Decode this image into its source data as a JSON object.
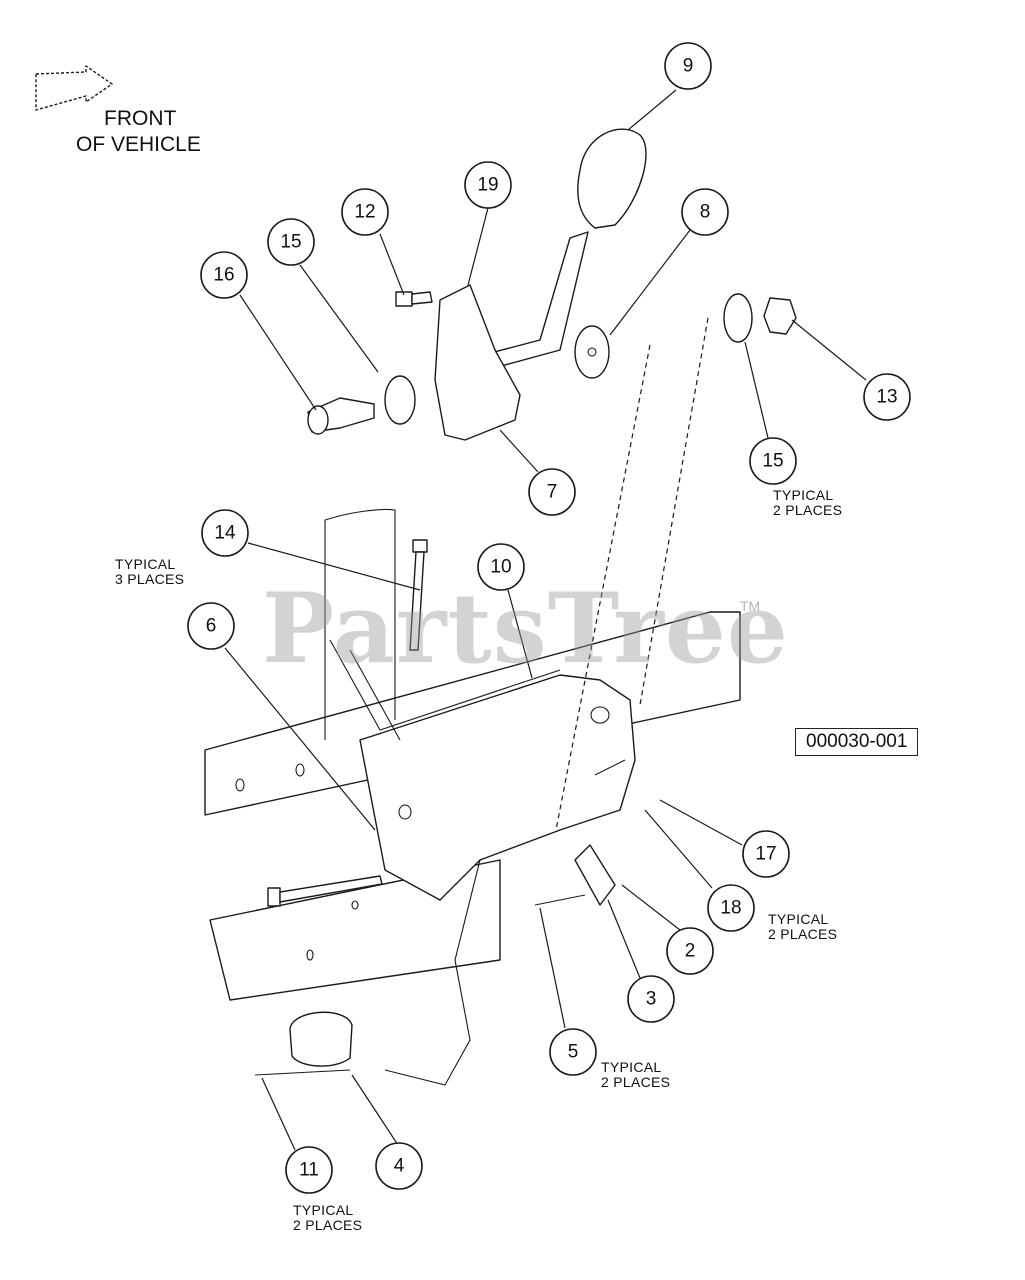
{
  "front_label": [
    "FRONT",
    "OF VEHICLE"
  ],
  "reference_number": "000030-001",
  "watermark": "PartsTree",
  "watermark_tm": "TM",
  "callouts": [
    "9",
    "19",
    "12",
    "8",
    "15",
    "16",
    "13",
    "15",
    "7",
    "14",
    "10",
    "6",
    "17",
    "18",
    "2",
    "3",
    "5",
    "11",
    "4"
  ],
  "notes": [
    [
      "TYPICAL",
      "2 PLACES"
    ],
    [
      "TYPICAL",
      "3 PLACES"
    ],
    [
      "TYPICAL",
      "2 PLACES"
    ],
    [
      "TYPICAL",
      "2 PLACES"
    ],
    [
      "TYPICAL",
      "2 PLACES"
    ]
  ]
}
